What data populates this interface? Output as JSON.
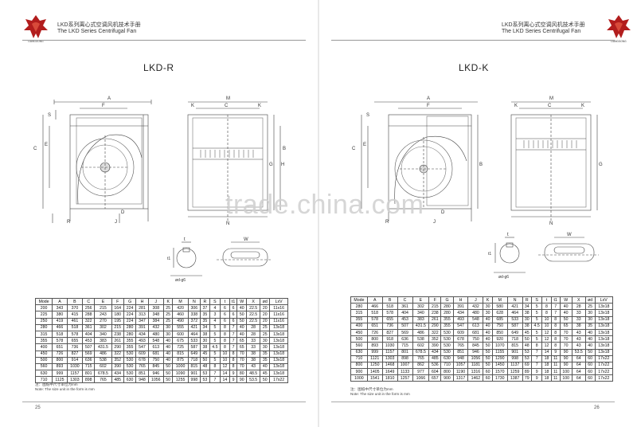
{
  "header": {
    "title_cn": "LKD系列离心式空调风机技术手册",
    "title_en": "The LKD Series Centrifugal Fan",
    "logo_text": "LIANGGONG"
  },
  "watermark": "trade.china.com",
  "left": {
    "model": "LKD-R",
    "dims_main": [
      "S",
      "A",
      "F",
      "J",
      "C",
      "E",
      "R",
      "D",
      "M",
      "K",
      "C",
      "K",
      "G",
      "H",
      "B",
      "N"
    ],
    "shaft_labels": [
      "t",
      "t1",
      "ød-g6",
      "W"
    ],
    "table": {
      "headers": [
        "Mode",
        "A",
        "B",
        "C",
        "E",
        "F",
        "G",
        "H",
        "J",
        "K",
        "M",
        "N",
        "R",
        "S",
        "t",
        "t1",
        "W",
        "X",
        "ød",
        "LxV"
      ],
      "rows": [
        [
          "200",
          "343",
          "370",
          "256",
          "215",
          "164",
          "224",
          "281",
          "308",
          "25",
          "420",
          "306",
          "37",
          "4",
          "6",
          "6",
          "40",
          "22.5",
          "20",
          "11x16"
        ],
        [
          "225",
          "380",
          "415",
          "288",
          "243",
          "180",
          "224",
          "313",
          "348",
          "25",
          "460",
          "338",
          "35",
          "3",
          "6",
          "6",
          "50",
          "22.5",
          "20",
          "11x16"
        ],
        [
          "250",
          "419",
          "461",
          "322",
          "270",
          "195",
          "224",
          "347",
          "384",
          "25",
          "490",
          "372",
          "35",
          "4",
          "6",
          "6",
          "50",
          "22.5",
          "20",
          "11x16"
        ],
        [
          "280",
          "466",
          "518",
          "361",
          "302",
          "215",
          "280",
          "391",
          "432",
          "30",
          "555",
          "421",
          "34",
          "5",
          "8",
          "7",
          "40",
          "28",
          "25",
          "13x18"
        ],
        [
          "315",
          "518",
          "578",
          "404",
          "340",
          "238",
          "280",
          "434",
          "480",
          "30",
          "600",
          "464",
          "38",
          "5",
          "8",
          "7",
          "40",
          "28",
          "25",
          "13x18"
        ],
        [
          "355",
          "578",
          "655",
          "453",
          "383",
          "261",
          "355",
          "493",
          "548",
          "40",
          "675",
          "533",
          "30",
          "5",
          "8",
          "7",
          "65",
          "33",
          "30",
          "13x18"
        ],
        [
          "400",
          "651",
          "736",
          "507",
          "431.5",
          "290",
          "355",
          "547",
          "613",
          "40",
          "725",
          "587",
          "38",
          "4.5",
          "8",
          "7",
          "65",
          "33",
          "30",
          "13x18"
        ],
        [
          "450",
          "726",
          "827",
          "569",
          "486",
          "322",
          "530",
          "609",
          "681",
          "40",
          "815",
          "649",
          "45",
          "5",
          "10",
          "8",
          "70",
          "38",
          "35",
          "13x18"
        ],
        [
          "500",
          "800",
          "914",
          "636",
          "538",
          "352",
          "530",
          "678",
          "750",
          "40",
          "875",
          "718",
          "50",
          "5",
          "10",
          "8",
          "70",
          "38",
          "35",
          "13x18"
        ],
        [
          "560",
          "893",
          "1030",
          "715",
          "602",
          "390",
          "530",
          "765",
          "845",
          "50",
          "1000",
          "815",
          "48",
          "8",
          "12",
          "8",
          "70",
          "43",
          "40",
          "13x18"
        ],
        [
          "630",
          "999",
          "1157",
          "801",
          "678.5",
          "434",
          "530",
          "851",
          "946",
          "50",
          "1090",
          "901",
          "53",
          "7",
          "14",
          "9",
          "80",
          "48.5",
          "45",
          "13x18"
        ],
        [
          "710",
          "1125",
          "1303",
          "898",
          "765",
          "485",
          "630",
          "948",
          "1056",
          "50",
          "1255",
          "998",
          "53",
          "7",
          "14",
          "9",
          "90",
          "53.5",
          "50",
          "17x22"
        ]
      ]
    },
    "note_cn": "注：图纸中尺寸单位为mm",
    "note_en": "Note: The size unit in the form is mm",
    "page_number": "25"
  },
  "right": {
    "model": "LKD-K",
    "dims_main": [
      "S",
      "A",
      "F",
      "J",
      "C",
      "E",
      "R",
      "D",
      "M",
      "K",
      "C",
      "K",
      "G",
      "B",
      "N"
    ],
    "shaft_labels": [
      "t",
      "t1",
      "ød-g6",
      "W"
    ],
    "table": {
      "headers": [
        "Mode",
        "A",
        "B",
        "C",
        "E",
        "F",
        "G",
        "H",
        "J",
        "K",
        "M",
        "N",
        "R",
        "S",
        "t",
        "t1",
        "W",
        "X",
        "ød",
        "LxV"
      ],
      "rows": [
        [
          "280",
          "466",
          "518",
          "361",
          "302",
          "215",
          "280",
          "391",
          "432",
          "30",
          "580",
          "421",
          "34",
          "5",
          "8",
          "7",
          "40",
          "28",
          "25",
          "13x18"
        ],
        [
          "315",
          "518",
          "578",
          "404",
          "340",
          "238",
          "280",
          "434",
          "480",
          "30",
          "628",
          "464",
          "38",
          "5",
          "8",
          "7",
          "40",
          "33",
          "30",
          "13x18"
        ],
        [
          "355",
          "578",
          "655",
          "453",
          "383",
          "261",
          "355",
          "493",
          "548",
          "40",
          "685",
          "533",
          "30",
          "5",
          "10",
          "8",
          "50",
          "33",
          "30",
          "13x18"
        ],
        [
          "400",
          "651",
          "736",
          "507",
          "431.5",
          "290",
          "355",
          "547",
          "613",
          "40",
          "750",
          "587",
          "38",
          "4.5",
          "10",
          "8",
          "65",
          "38",
          "35",
          "13x18"
        ],
        [
          "450",
          "726",
          "827",
          "569",
          "486",
          "322",
          "530",
          "609",
          "681",
          "40",
          "850",
          "649",
          "45",
          "5",
          "12",
          "8",
          "70",
          "43",
          "40",
          "13x18"
        ],
        [
          "500",
          "800",
          "918",
          "636",
          "538",
          "352",
          "530",
          "678",
          "750",
          "40",
          "920",
          "718",
          "50",
          "5",
          "12",
          "8",
          "70",
          "43",
          "40",
          "13x18"
        ],
        [
          "560",
          "893",
          "1030",
          "715",
          "602",
          "390",
          "530",
          "765",
          "845",
          "50",
          "1070",
          "815",
          "48",
          "8",
          "12",
          "8",
          "70",
          "43",
          "40",
          "13x18"
        ],
        [
          "630",
          "999",
          "1157",
          "801",
          "678.5",
          "434",
          "530",
          "851",
          "946",
          "50",
          "1155",
          "901",
          "53",
          "7",
          "14",
          "9",
          "90",
          "53.5",
          "50",
          "13x18"
        ],
        [
          "710",
          "1121",
          "1303",
          "898",
          "765",
          "485",
          "630",
          "948",
          "1056",
          "50",
          "1290",
          "998",
          "53",
          "7",
          "18",
          "11",
          "90",
          "64",
          "60",
          "17x22"
        ],
        [
          "800",
          "1250",
          "1468",
          "1007",
          "862",
          "536",
          "710",
          "1057",
          "1181",
          "50",
          "1450",
          "1137",
          "69",
          "7",
          "18",
          "11",
          "90",
          "64",
          "60",
          "17x22"
        ],
        [
          "900",
          "1405",
          "1649",
          "1133",
          "977",
          "604",
          "800",
          "1190",
          "1316",
          "60",
          "1570",
          "1259",
          "89",
          "9",
          "18",
          "11",
          "100",
          "64",
          "60",
          "17x22"
        ],
        [
          "1000",
          "1541",
          "1810",
          "1257",
          "1066",
          "657",
          "900",
          "1317",
          "1462",
          "60",
          "1730",
          "1387",
          "79",
          "9",
          "18",
          "11",
          "100",
          "64",
          "60",
          "17x22"
        ]
      ]
    },
    "note_cn": "注：图纸中尺寸单位为mm",
    "note_en": "Note: The size unit in the form is mm",
    "page_number": "26"
  }
}
